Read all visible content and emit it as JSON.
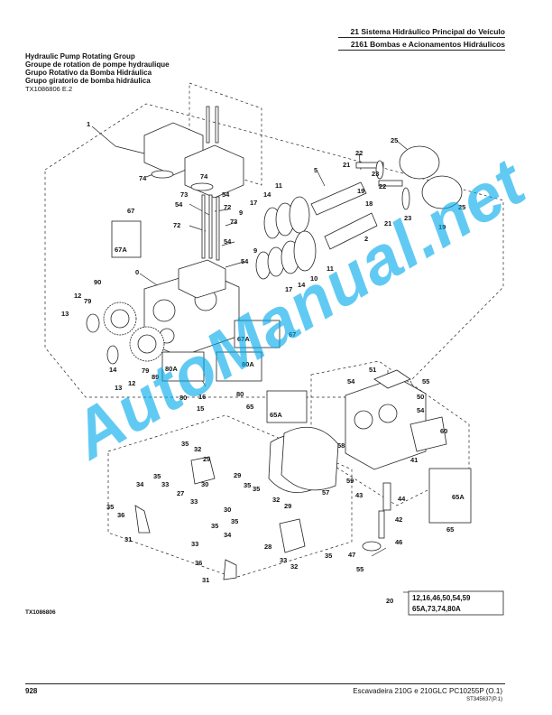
{
  "header": {
    "line1": "21 Sistema Hidráulico Principal do Veículo",
    "line2": "2161 Bombas e Acionamentos Hidráulicos"
  },
  "titles": [
    "Hydraulic Pump Rotating Group",
    "Groupe de rotation de pompe hydraulique",
    "Grupo Rotativo da Bomba Hidráulica",
    "Grupo giratorio de bomba hidráulica"
  ],
  "figure_ref": "TX1086806 E.2",
  "figure_id": "TX1086806",
  "kit": {
    "number": "20",
    "line1": "12,16,46,50,54,59",
    "line2": "65A,73,74,80A"
  },
  "callouts": {
    "c1": "1",
    "c74a": "74",
    "c74b": "74",
    "c73a": "73",
    "c54a": "54",
    "c72a": "72",
    "c54b": "54",
    "c72b": "72",
    "c73b": "73",
    "c67": "67",
    "c67a": "67A",
    "c54c": "54",
    "c54d": "54",
    "c0": "0",
    "c90": "90",
    "c12a": "12",
    "c79a": "79",
    "c13a": "13",
    "c5": "5",
    "c22a": "22",
    "c21a": "21",
    "c23a": "23",
    "c25a": "25",
    "c22b": "22",
    "c19a": "19",
    "c11a": "11",
    "c14a": "14",
    "c17a": "17",
    "c9a": "9",
    "c18": "18",
    "c21b": "21",
    "c23b": "23",
    "c25b": "25",
    "c19b": "19",
    "c2": "2",
    "c9b": "9",
    "c11b": "11",
    "c10": "10",
    "c14b": "14",
    "c17b": "17",
    "c67b": "67",
    "c67ab": "67A",
    "c80a": "80A",
    "c80ab": "80A",
    "c80": "80",
    "c80b": "80",
    "c16": "16",
    "c15": "15",
    "c14c": "14",
    "c12b": "12",
    "c79b": "79",
    "c89": "89",
    "c13b": "13",
    "c65": "65",
    "c65a": "65A",
    "c51": "51",
    "c55a": "55",
    "c54e": "54",
    "c50": "50",
    "c54f": "54",
    "c60": "60",
    "c58": "58",
    "c41": "41",
    "c59": "59",
    "c57": "57",
    "c35a": "35",
    "c32a": "32",
    "c29a": "29",
    "c35b": "35",
    "c33a": "33",
    "c27": "27",
    "c30a": "30",
    "c29b": "29",
    "c35c": "35",
    "c34a": "34",
    "c35d": "35",
    "c36a": "36",
    "c31a": "31",
    "c33b": "33",
    "c35e": "35",
    "c32b": "32",
    "c29c": "29",
    "c30b": "30",
    "c35f": "35",
    "c34b": "34",
    "c35g": "35",
    "c28": "28",
    "c36b": "36",
    "c33c": "33",
    "c32c": "32",
    "c35h": "35",
    "c31b": "31",
    "c43": "43",
    "c44": "44",
    "c42": "42",
    "c46": "46",
    "c47": "47",
    "c55b": "55",
    "c65b": "65",
    "c65ab": "65A"
  },
  "watermark": "AutoManual.net",
  "footer": {
    "page": "928",
    "model": "Escavadeira 210G e 210GLC   PC10255P   (O.1)",
    "id": "ST345637(P.1)"
  },
  "colors": {
    "watermark": "#00aaeb",
    "ink": "#111111"
  }
}
